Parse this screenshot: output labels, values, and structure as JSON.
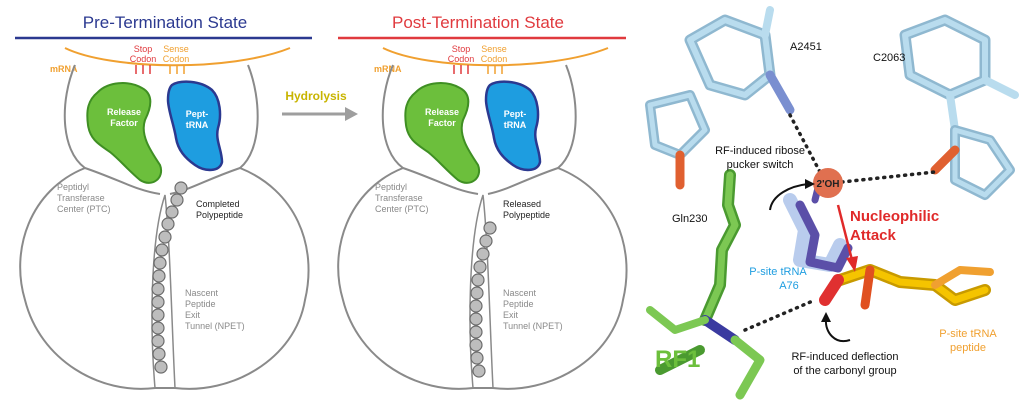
{
  "pre_panel": {
    "title": "Pre-Termination State",
    "mrna": "mRNA",
    "stop_codon": [
      "Stop",
      "Codon"
    ],
    "sense_codon": [
      "Sense",
      "Codon"
    ],
    "release_factor": [
      "Release",
      "Factor"
    ],
    "pept_trna": [
      "Pept-",
      "tRNA"
    ],
    "ptc": [
      "Peptidyl",
      "Transferase",
      "Center (PTC)"
    ],
    "polypeptide": [
      "Completed",
      "Polypeptide"
    ],
    "npet": [
      "Nascent",
      "Peptide",
      "Exit",
      "Tunnel (NPET)"
    ]
  },
  "arrow_label": "Hydrolysis",
  "post_panel": {
    "title": "Post-Termination State",
    "mrna": "mRNA",
    "stop_codon": [
      "Stop",
      "Codon"
    ],
    "sense_codon": [
      "Sense",
      "Codon"
    ],
    "release_factor": [
      "Release",
      "Factor"
    ],
    "pept_trna": [
      "Pept-",
      "tRNA"
    ],
    "ptc": [
      "Peptidyl",
      "Transferase",
      "Center (PTC)"
    ],
    "polypeptide": [
      "Released",
      "Polypeptide"
    ],
    "npet": [
      "Nascent",
      "Peptide",
      "Exit",
      "Tunnel (NPET)"
    ]
  },
  "structure_panel": {
    "a2451": "A2451",
    "c2063": "C2063",
    "ribose_switch": [
      "RF-induced ribose",
      "pucker switch"
    ],
    "oh": "2'OH",
    "nucleophilic": [
      "Nucleophilic",
      "Attack"
    ],
    "gln230": "Gln230",
    "ptrna_a76": [
      "P-site tRNA",
      "A76"
    ],
    "ptrna_peptide": [
      "P-site tRNA",
      "peptide"
    ],
    "rf1": "RF1",
    "deflection": [
      "RF-induced deflection",
      "of the carbonyl group"
    ]
  },
  "colors": {
    "pre_title": "#2b3990",
    "post_title": "#e03a3e",
    "mrna": "#f0a030",
    "stop": "#e03a3e",
    "release_factor": "#6cbf3c",
    "trna": "#1e9de0",
    "hydrolysis": "#c8b400",
    "nucleophilic": "#e02a2a",
    "rf1": "#6cbf3c"
  }
}
